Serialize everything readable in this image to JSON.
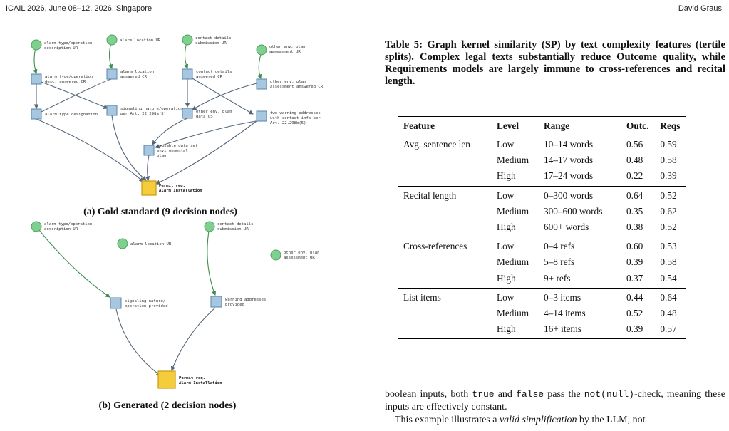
{
  "header": {
    "left": "ICAIL 2026, June 08–12, 2026, Singapore",
    "right": "David Graus"
  },
  "figure_a": {
    "caption": "(a) Gold standard (9 decision nodes)",
    "nodes": {
      "n1": [
        "alarm type/operation",
        "description UR"
      ],
      "n2": [
        "alarm location UR"
      ],
      "n3": [
        "contact details",
        "submission UR"
      ],
      "n4": [
        "other env. plan",
        "assessment UR"
      ],
      "n5": [
        "alarm type/operation",
        "desc. answered CR"
      ],
      "n6": [
        "alarm location",
        "answered CR"
      ],
      "n7": [
        "contact details",
        "answered CR"
      ],
      "n8": [
        "other env. plan",
        "assessment answered CR"
      ],
      "n9": [
        "alarm type designation"
      ],
      "n10": [
        "signaling nature/operation",
        "per Art. 22.298a(5)"
      ],
      "n11": [
        "other env. plan",
        "data GS"
      ],
      "n12": [
        "two warning addresses",
        "with contact info per",
        "Art. 22.298b(5)"
      ],
      "n13": [
        "reusable data set",
        "environmental",
        "plan"
      ],
      "n14": [
        "Permit req.",
        "Alarm Installation"
      ]
    }
  },
  "figure_b": {
    "caption": "(b) Generated (2 decision nodes)",
    "nodes": {
      "n1": [
        "alarm type/operation",
        "description UR"
      ],
      "n2": [
        "alarm location UR"
      ],
      "n3": [
        "contact details",
        "submission UR"
      ],
      "n4": [
        "other env. plan",
        "assessment UR"
      ],
      "n5": [
        "signaling nature/",
        "operation provided"
      ],
      "n6": [
        "warning addresses",
        "provided"
      ],
      "n7": [
        "Permit req.",
        "Alarm Installation"
      ]
    }
  },
  "colors": {
    "start_node": "#7fcf8f",
    "decision_node": "#a7c7e0",
    "target_node": "#f5cc3a",
    "green_edge": "#3e8f4e",
    "blue_edge": "#55667a"
  },
  "table_caption": "Table 5: Graph kernel similarity (SP) by text complexity features (tertile splits). Complex legal texts substantially reduce Outcome quality, while Requirements models are largely immune to cross-references and recital length.",
  "table": {
    "headers": [
      "Feature",
      "Level",
      "Range",
      "Outc.",
      "Reqs"
    ],
    "groups": [
      {
        "feature": "Avg. sentence len",
        "rows": [
          [
            "Low",
            "10–14 words",
            "0.56",
            "0.59"
          ],
          [
            "Medium",
            "14–17 words",
            "0.48",
            "0.58"
          ],
          [
            "High",
            "17–24 words",
            "0.22",
            "0.39"
          ]
        ]
      },
      {
        "feature": "Recital length",
        "rows": [
          [
            "Low",
            "0–300 words",
            "0.64",
            "0.52"
          ],
          [
            "Medium",
            "300–600 words",
            "0.35",
            "0.62"
          ],
          [
            "High",
            "600+ words",
            "0.38",
            "0.52"
          ]
        ]
      },
      {
        "feature": "Cross-references",
        "rows": [
          [
            "Low",
            "0–4 refs",
            "0.60",
            "0.53"
          ],
          [
            "Medium",
            "5–8 refs",
            "0.39",
            "0.58"
          ],
          [
            "High",
            "9+ refs",
            "0.37",
            "0.54"
          ]
        ]
      },
      {
        "feature": "List items",
        "rows": [
          [
            "Low",
            "0–3 items",
            "0.44",
            "0.64"
          ],
          [
            "Medium",
            "4–14 items",
            "0.52",
            "0.48"
          ],
          [
            "High",
            "16+ items",
            "0.39",
            "0.57"
          ]
        ]
      }
    ]
  },
  "body": {
    "p1_a": "boolean inputs, both ",
    "p1_true": "true",
    "p1_b": " and ",
    "p1_false": "false",
    "p1_c": " pass the ",
    "p1_code": "not(null)",
    "p1_d": "-check, meaning these inputs are effectively constant.",
    "p2_a": "This example illustrates a ",
    "p2_em": "valid simplification",
    "p2_b": " by the LLM, not"
  }
}
